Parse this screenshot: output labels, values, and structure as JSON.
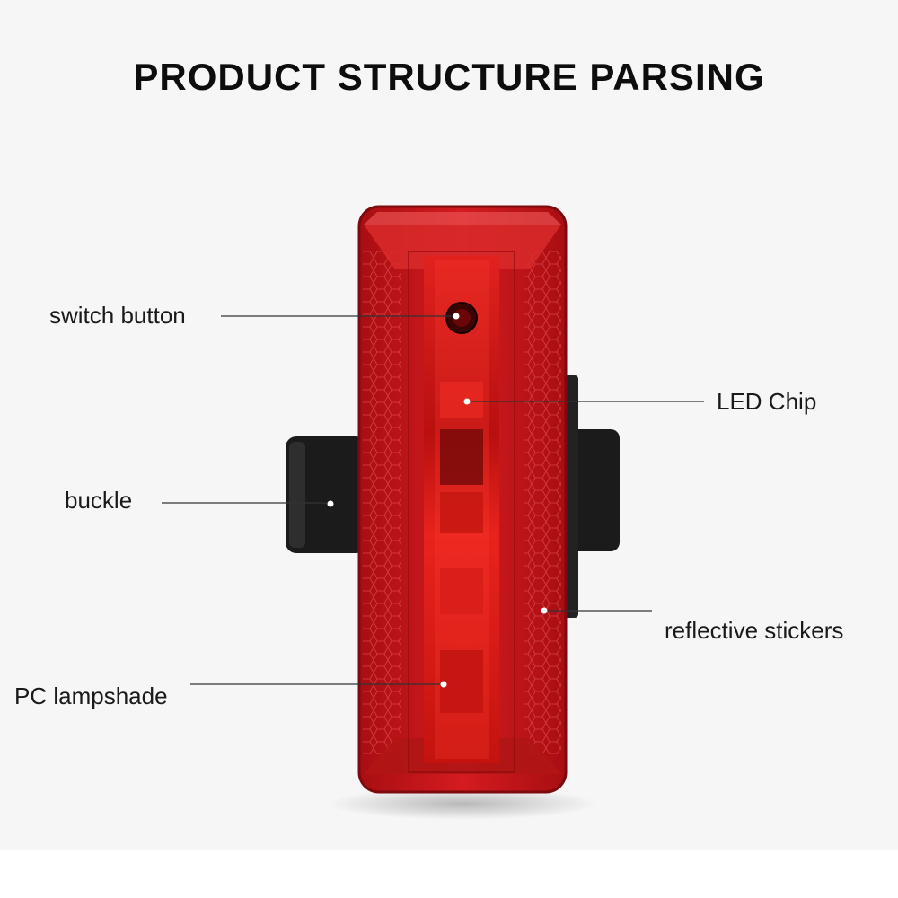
{
  "title": "PRODUCT STRUCTURE PARSING",
  "callouts": {
    "switch_button": "switch button",
    "led_chip": "LED Chip",
    "buckle": "buckle",
    "reflective_stickers": "reflective stickers",
    "pc_lampshade": "PC lampshade"
  },
  "colors": {
    "lens_red": "#c8161b",
    "lens_dark": "#8a0a0c",
    "strap": "#1b1b1b",
    "leader_line": "#333333"
  }
}
